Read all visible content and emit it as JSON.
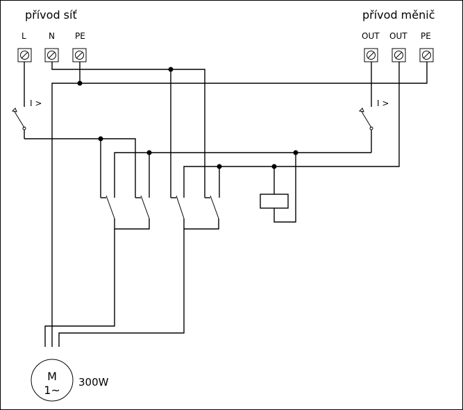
{
  "diagram": {
    "left_supply": {
      "title": "přívod síť",
      "terminals": [
        "L",
        "N",
        "PE"
      ]
    },
    "right_supply": {
      "title": "přívod měnič",
      "terminals": [
        "OUT",
        "OUT",
        "PE"
      ]
    },
    "breaker_label_left": "I >",
    "breaker_label_right": "I >",
    "motor": {
      "symbol_top": "M",
      "symbol_bottom": "1~",
      "power": "300W"
    }
  }
}
